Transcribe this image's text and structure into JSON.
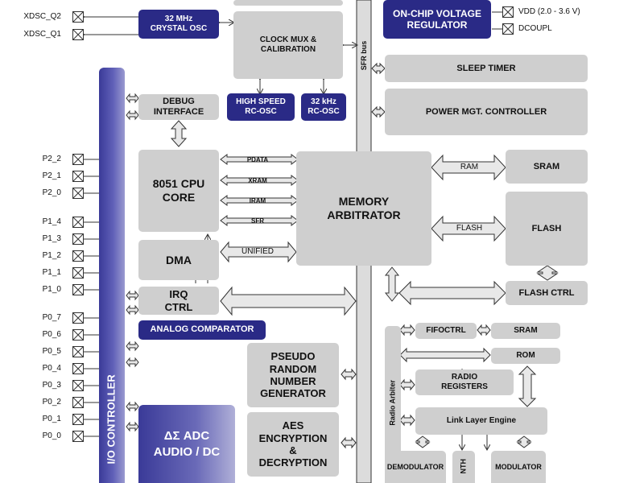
{
  "pins_left": {
    "osc": [
      "XDSC_Q2",
      "XDSC_Q1"
    ],
    "port2": [
      "P2_2",
      "P2_1",
      "P2_0"
    ],
    "port1": [
      "P1_4",
      "P1_3",
      "P1_2",
      "P1_1",
      "P1_0"
    ],
    "port0": [
      "P0_7",
      "P0_6",
      "P0_5",
      "P0_4",
      "P0_3",
      "P0_2",
      "P0_1",
      "P0_0"
    ]
  },
  "pins_right": {
    "vdd": "VDD (2.0 - 3.6 V)",
    "dcoupl": "DCOUPL"
  },
  "blocks": {
    "crystal_osc": "32 MHz\nCRYSTAL OSC",
    "clock_mux": "CLOCK MUX &\nCALIBRATION",
    "high_speed_rc": "HIGH SPEED\nRC-OSC",
    "rc_32k": "32 kHz\nRC-OSC",
    "debug": "DEBUG\nINTERFACE",
    "cpu": "8051 CPU\nCORE",
    "dma": "DMA",
    "irq": "IRQ\nCTRL",
    "analog_comp": "ANALOG COMPARATOR",
    "io_controller": "I/O CONTROLLER",
    "adc": "ΔΣ ADC\nAUDIO / DC",
    "prng": "PSEUDO\nRANDOM\nNUMBER\nGENERATOR",
    "aes": "AES\nENCRYPTION\n&\nDECRYPTION",
    "mem_arb": "MEMORY\nARBITRATOR",
    "voltage_reg": "ON-CHIP VOLTAGE\nREGULATOR",
    "sleep_timer": "SLEEP TIMER",
    "power_mgt": "POWER MGT. CONTROLLER",
    "sram_main": "SRAM",
    "flash_main": "FLASH",
    "flash_ctrl": "FLASH CTRL",
    "fifoctrl": "FIFOCTRL",
    "sram_radio": "SRAM",
    "rom": "ROM",
    "radio_regs": "RADIO\nREGISTERS",
    "link_layer": "Link Layer Engine",
    "demodulator": "DEMODULATOR",
    "modulator": "MODULATOR",
    "synth_partial": "NTH",
    "radio_arbiter": "Radio Arbiter",
    "sfr_bus": "SFR bus"
  },
  "bus_labels": {
    "pdata": "PDATA",
    "xram": "XRAM",
    "iram": "IRAM",
    "sfr": "SFR",
    "unified": "UNIFIED",
    "ram": "RAM",
    "flash": "FLASH"
  },
  "colors": {
    "block_gray": "#cfcfcf",
    "block_blue": "#2a2a86",
    "wire": "#333333"
  }
}
